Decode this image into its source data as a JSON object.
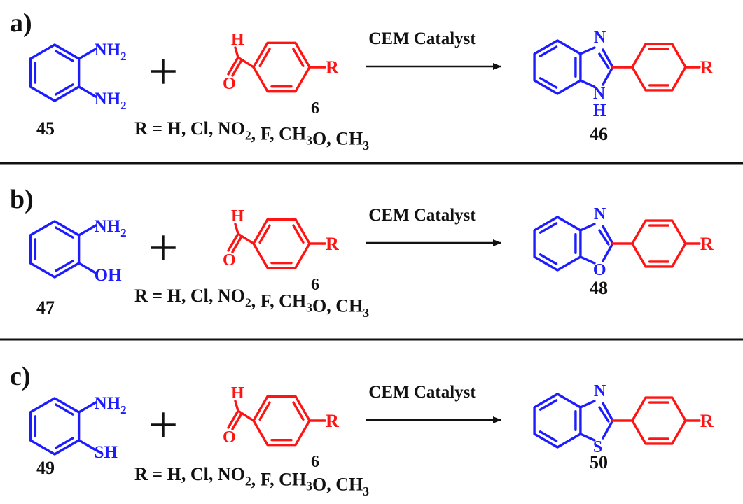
{
  "panels": [
    {
      "label": "a)",
      "reactant1": {
        "number": "45",
        "top_group": "NH",
        "top_sub": "2",
        "bottom_group": "NH",
        "bottom_sub": "2"
      },
      "aldehyde": {
        "H": "H",
        "O": "O",
        "R": "R",
        "number": "6"
      },
      "conditions": "CEM Catalyst",
      "product": {
        "number": "46",
        "ring_top": "N",
        "ring_bottom": "N",
        "ring_bottom_h": "H",
        "R": "R"
      },
      "substituents": {
        "p1": "R = H, Cl, NO",
        "s1": "2",
        "p2": ", F, CH",
        "s2": "3",
        "p3": "O, CH",
        "s3": "3"
      }
    },
    {
      "label": "b)",
      "reactant1": {
        "number": "47",
        "top_group": "NH",
        "top_sub": "2",
        "bottom_group": "OH"
      },
      "aldehyde": {
        "H": "H",
        "O": "O",
        "R": "R",
        "number": "6"
      },
      "conditions": "CEM Catalyst",
      "product": {
        "number": "48",
        "ring_top": "N",
        "ring_bottom": "O",
        "R": "R"
      },
      "substituents": {
        "p1": "R = H, Cl, NO",
        "s1": "2",
        "p2": ", F, CH",
        "s2": "3",
        "p3": "O, CH",
        "s3": "3"
      }
    },
    {
      "label": "c)",
      "reactant1": {
        "number": "49",
        "top_group": "NH",
        "top_sub": "2",
        "bottom_group": "SH"
      },
      "aldehyde": {
        "H": "H",
        "O": "O",
        "R": "R",
        "number": "6"
      },
      "conditions": "CEM Catalyst",
      "product": {
        "number": "50",
        "ring_top": "N",
        "ring_bottom": "S",
        "R": "R"
      },
      "substituents": {
        "p1": "R = H, Cl, NO",
        "s1": "2",
        "p2": ", F, CH",
        "s2": "3",
        "p3": "O, CH",
        "s3": "3"
      }
    }
  ],
  "colors": {
    "reactant_ring": "#1c1cff",
    "aldehyde": "#ff1414",
    "text": "#111111"
  }
}
